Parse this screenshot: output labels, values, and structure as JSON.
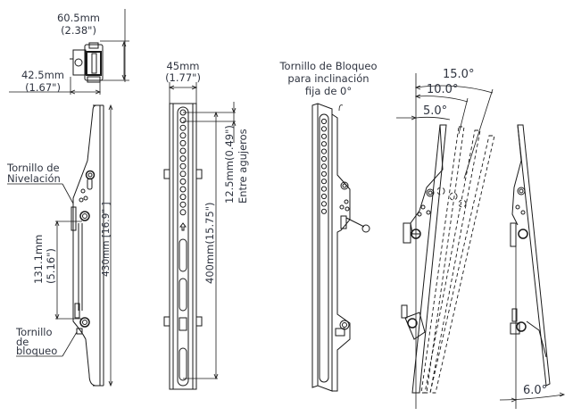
{
  "top_view": {
    "depth_mm": "60.5mm",
    "depth_in": "(2.38\")",
    "width_mm": "42.5mm",
    "width_in": "(1.67\")"
  },
  "side_view": {
    "leveling_screw_line1": "Tornillo de",
    "leveling_screw_line2": "Nivelación",
    "lock_screw_line1": "Tornillo",
    "lock_screw_line2": "de",
    "lock_screw_line3": "bloqueo",
    "spacing_mm": "131.1mm",
    "spacing_in": "(5.16\")",
    "height": "430mm [16.9\" ]"
  },
  "front_view": {
    "width_mm": "45mm",
    "width_in": "(1.77\")",
    "hole_pitch": "12.5mm(0.49\")",
    "hole_pitch_note": "Entre agujeros",
    "span": "400mm(15.75\")"
  },
  "iso_view": {
    "lock_line1": "Tornillo de Bloqueo",
    "lock_line2": "para inclinación",
    "lock_line3": "fija de 0°"
  },
  "tilt_view": {
    "angles": [
      "15.0°",
      "10.0°",
      "5.0°"
    ]
  },
  "tilt_min_view": {
    "angle": "6.0°"
  },
  "colors": {
    "line": "#1a1a1a",
    "text": "#2f3440"
  }
}
